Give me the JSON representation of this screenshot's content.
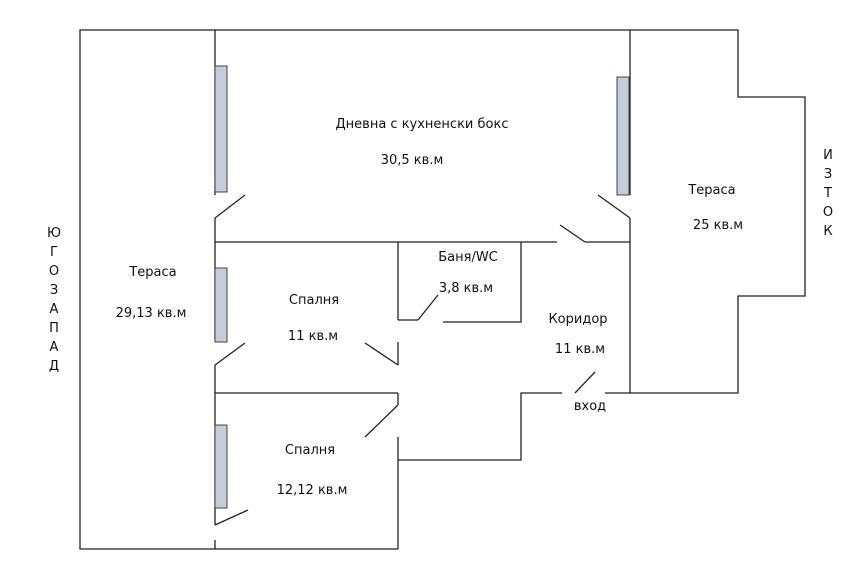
{
  "rooms": {
    "living": {
      "name": "Дневна с кухненски бокс",
      "area": "30,5 кв.м"
    },
    "terrace_east": {
      "name": "Тераса",
      "area": "25 кв.м"
    },
    "terrace_west": {
      "name": "Тераса",
      "area": "29,13 кв.м"
    },
    "bathroom": {
      "name": "Баня/WC",
      "area": "3,8 кв.м"
    },
    "bedroom1": {
      "name": "Спалня",
      "area": "11 кв.м"
    },
    "corridor": {
      "name": "Коридор",
      "area": "11 кв.м"
    },
    "bedroom2": {
      "name": "Спалня",
      "area": "12,12 кв.м"
    }
  },
  "entrance": "вход",
  "orientation": {
    "east": [
      "И",
      "З",
      "Т",
      "О",
      "К"
    ],
    "southwest": [
      "Ю",
      "Г",
      "О",
      "З",
      "А",
      "П",
      "А",
      "Д"
    ]
  }
}
